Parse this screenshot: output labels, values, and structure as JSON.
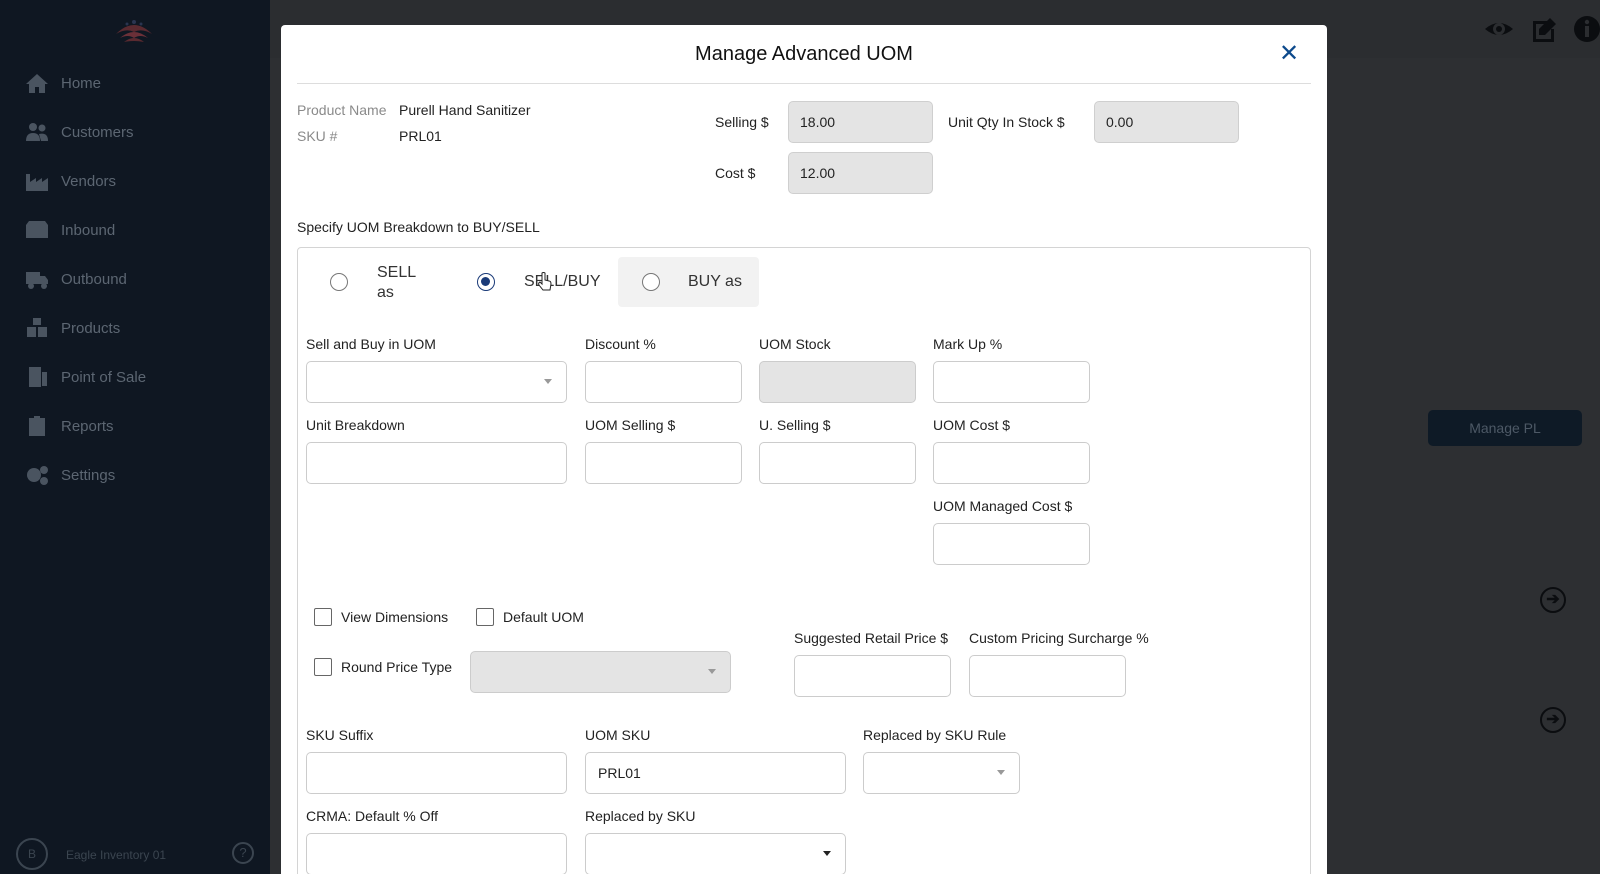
{
  "sidebar": {
    "items": [
      {
        "label": "Home",
        "icon": "home-icon"
      },
      {
        "label": "Customers",
        "icon": "users-icon"
      },
      {
        "label": "Vendors",
        "icon": "factory-icon"
      },
      {
        "label": "Inbound",
        "icon": "inbox-icon"
      },
      {
        "label": "Outbound",
        "icon": "truck-icon"
      },
      {
        "label": "Products",
        "icon": "boxes-icon"
      },
      {
        "label": "Point of Sale",
        "icon": "receipt-icon"
      },
      {
        "label": "Reports",
        "icon": "clipboard-icon"
      },
      {
        "label": "Settings",
        "icon": "gears-icon"
      }
    ],
    "user_initial": "B",
    "user_name": "Eagle Inventory 01",
    "help": "?"
  },
  "background": {
    "manage_pl_label": "Manage PL",
    "arrow_glyph": "➔"
  },
  "modal": {
    "title": "Manage Advanced UOM",
    "close_glyph": "✕",
    "product_name_label": "Product Name",
    "product_name": "Purell Hand Sanitizer",
    "sku_label": "SKU #",
    "sku": "PRL01",
    "selling_label": "Selling $",
    "selling_value": "18.00",
    "cost_label": "Cost $",
    "cost_value": "12.00",
    "unit_qty_label": "Unit Qty In Stock $",
    "unit_qty_value": "0.00",
    "breakdown_heading": "Specify UOM Breakdown to BUY/SELL",
    "radios": {
      "sell_as_line1": "SELL",
      "sell_as_line2": "as",
      "sell_buy": "SELL/BUY",
      "buy_as": "BUY as",
      "selected": "SELL/BUY"
    },
    "fields": {
      "sell_buy_uom": {
        "label": "Sell and Buy in UOM",
        "value": ""
      },
      "discount": {
        "label": "Discount %",
        "value": ""
      },
      "uom_stock": {
        "label": "UOM Stock",
        "value": ""
      },
      "markup": {
        "label": "Mark Up %",
        "value": ""
      },
      "unit_breakdown": {
        "label": "Unit Breakdown",
        "value": ""
      },
      "uom_selling": {
        "label": "UOM Selling $",
        "value": ""
      },
      "u_selling": {
        "label": "U. Selling $",
        "value": ""
      },
      "uom_cost": {
        "label": "UOM Cost $",
        "value": ""
      },
      "uom_managed_cost": {
        "label": "UOM Managed Cost $",
        "value": ""
      },
      "suggested_retail": {
        "label": "Suggested Retail Price $",
        "value": ""
      },
      "custom_surcharge": {
        "label": "Custom Pricing Surcharge %",
        "value": ""
      },
      "sku_suffix": {
        "label": "SKU Suffix",
        "value": ""
      },
      "uom_sku": {
        "label": "UOM SKU",
        "value": "PRL01"
      },
      "replaced_by_sku_rule": {
        "label": "Replaced by SKU Rule",
        "value": ""
      },
      "crma_default_off": {
        "label": "CRMA: Default % Off",
        "value": ""
      },
      "replaced_by_sku": {
        "label": "Replaced by SKU",
        "value": ""
      }
    },
    "checkboxes": {
      "view_dimensions": {
        "label": "View Dimensions",
        "checked": false
      },
      "default_uom": {
        "label": "Default UOM",
        "checked": false
      },
      "round_price_type": {
        "label": "Round Price Type",
        "checked": false
      }
    }
  }
}
